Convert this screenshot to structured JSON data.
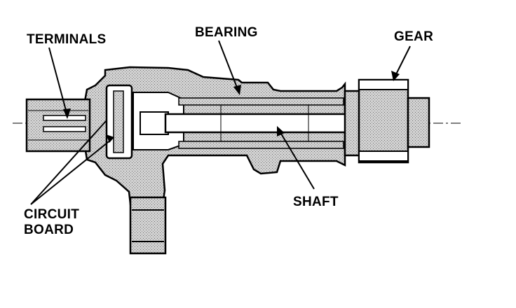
{
  "labels": {
    "terminals": "TERMINALS",
    "bearing": "BEARING",
    "gear": "GEAR",
    "shaft": "SHAFT",
    "circuit_board_line1": "CIRCUIT",
    "circuit_board_line2": "BOARD"
  },
  "colors": {
    "ink": "#000000",
    "housing_fill": "#bdbdbd",
    "background": "#ffffff"
  }
}
